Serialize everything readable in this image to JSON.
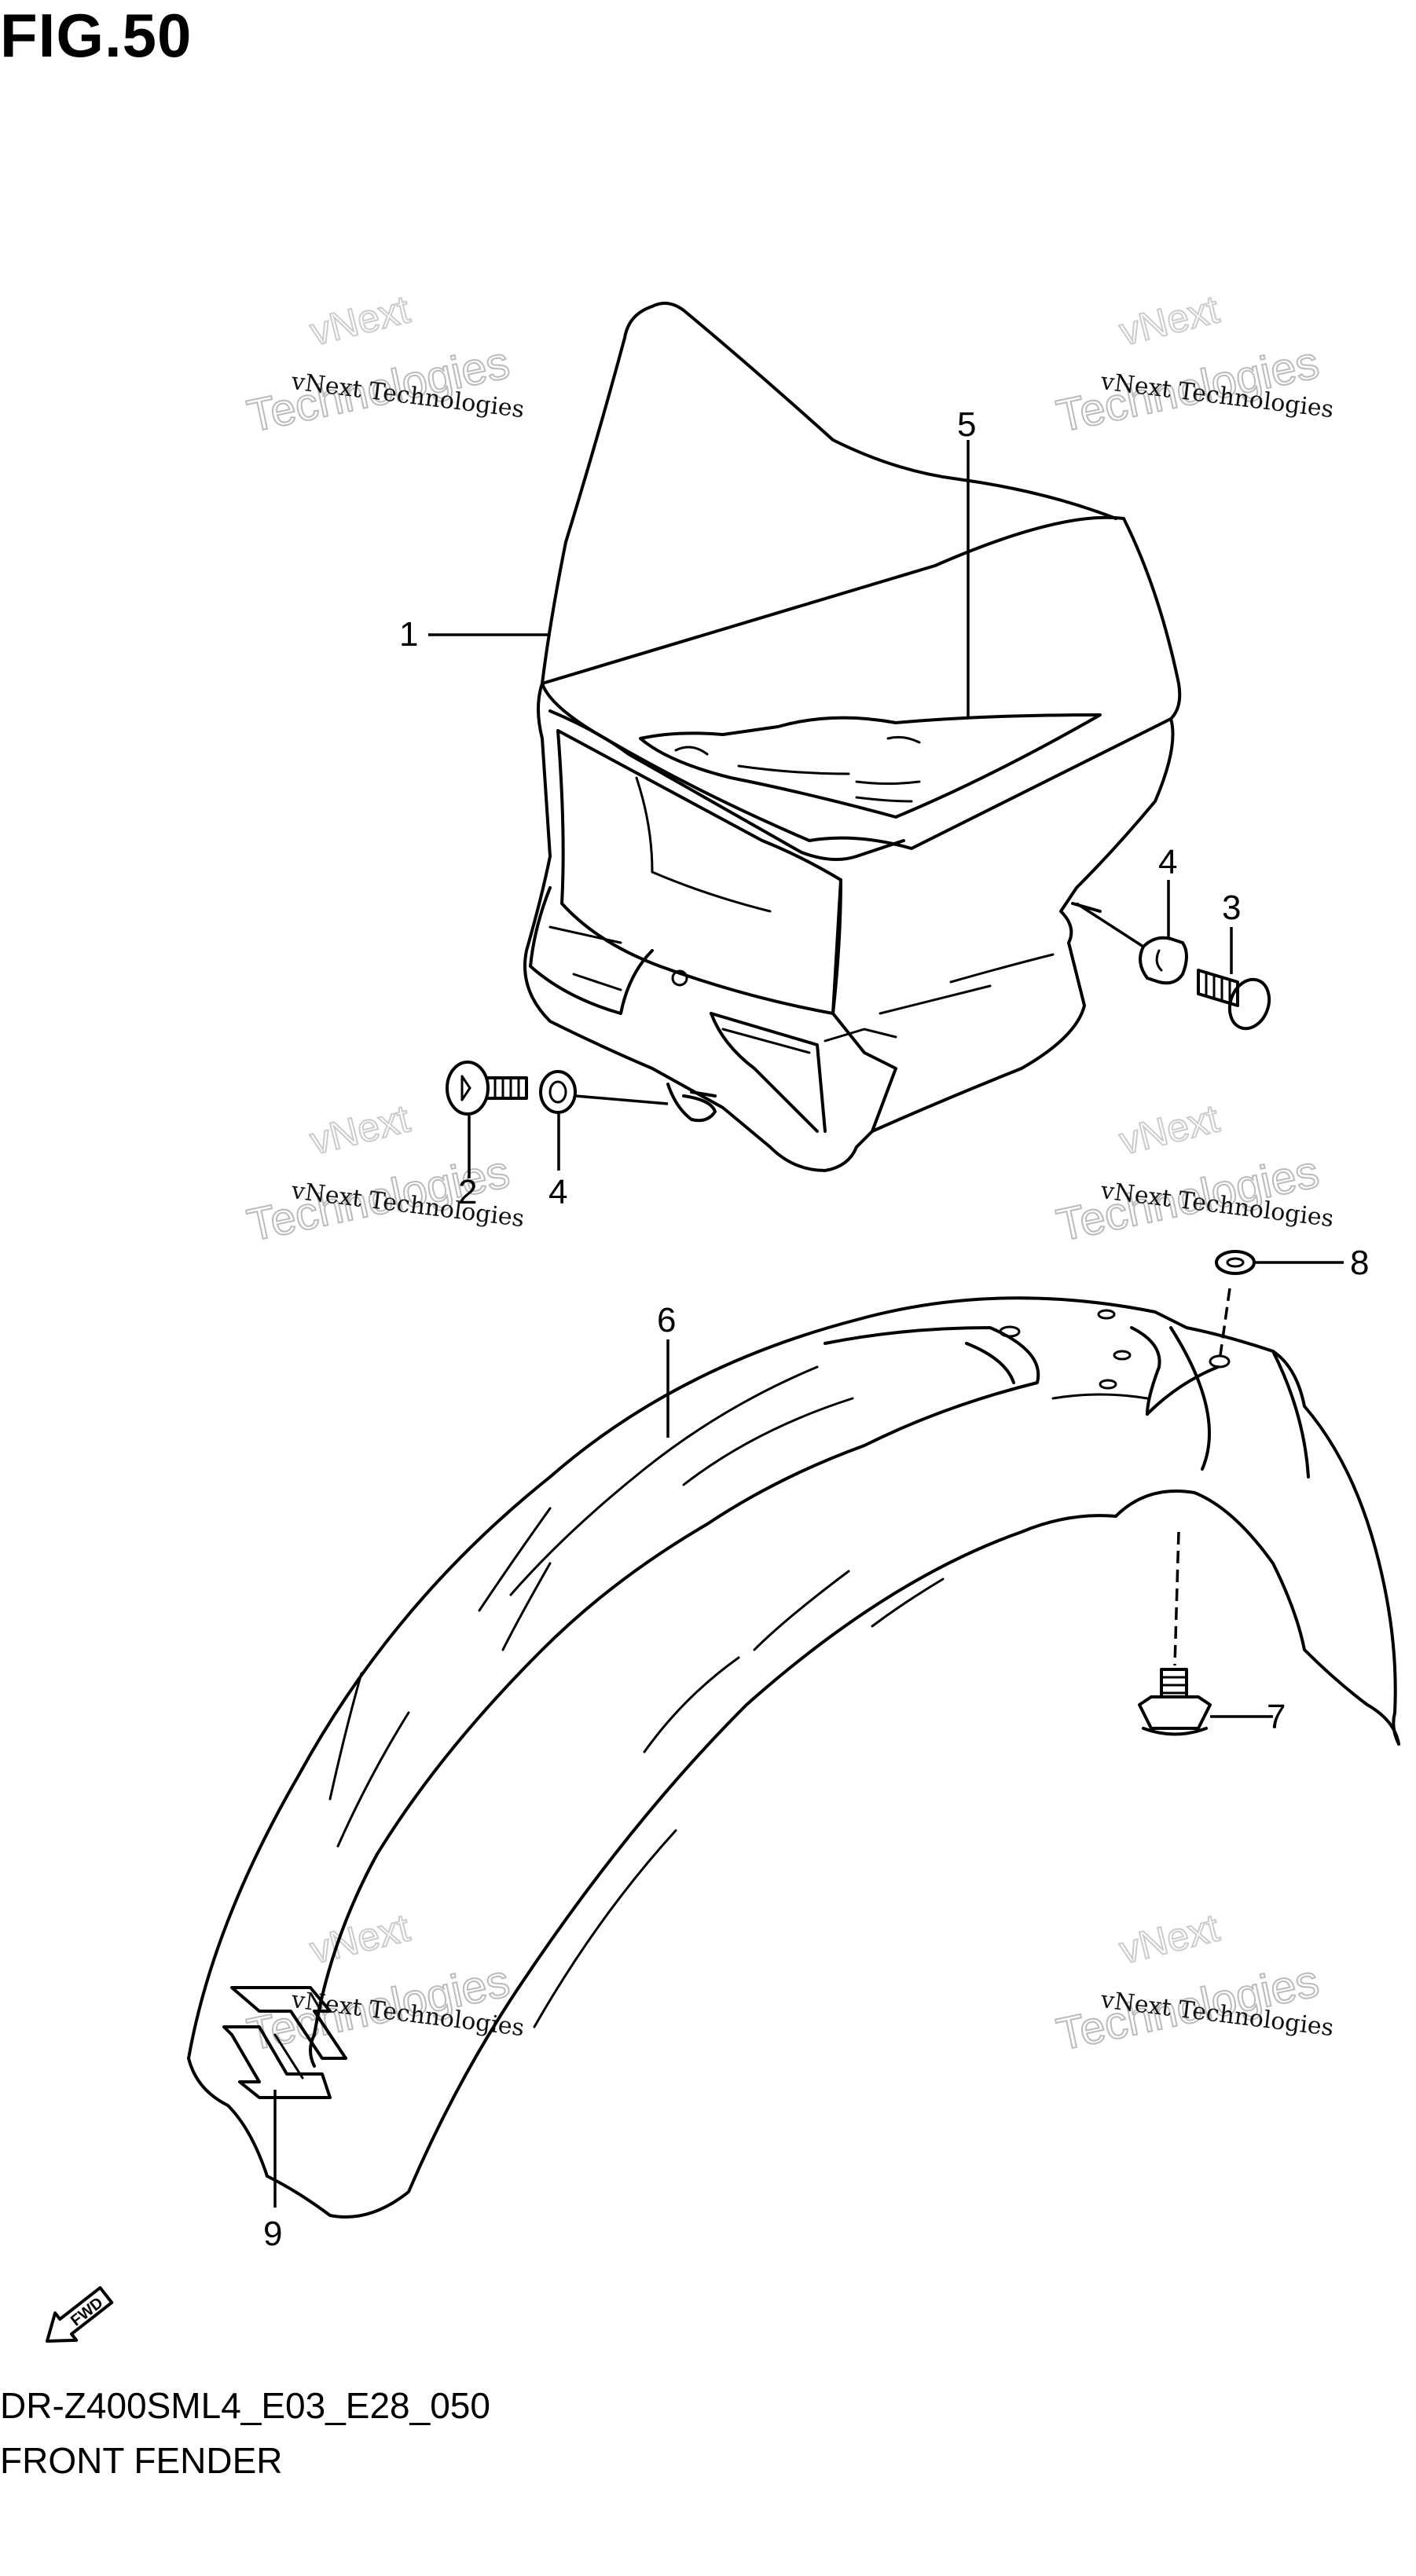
{
  "figure": {
    "title": "FIG.50",
    "code": "DR-Z400SML4_E03_E28_050",
    "name": "FRONT FENDER"
  },
  "watermark": {
    "line1": "vNext Technologies",
    "line2": "Technologies",
    "line3": "vNext"
  },
  "callouts": [
    "1",
    "2",
    "3",
    "4",
    "4",
    "5",
    "6",
    "7",
    "8",
    "9"
  ],
  "fwd_badge": "FWD"
}
